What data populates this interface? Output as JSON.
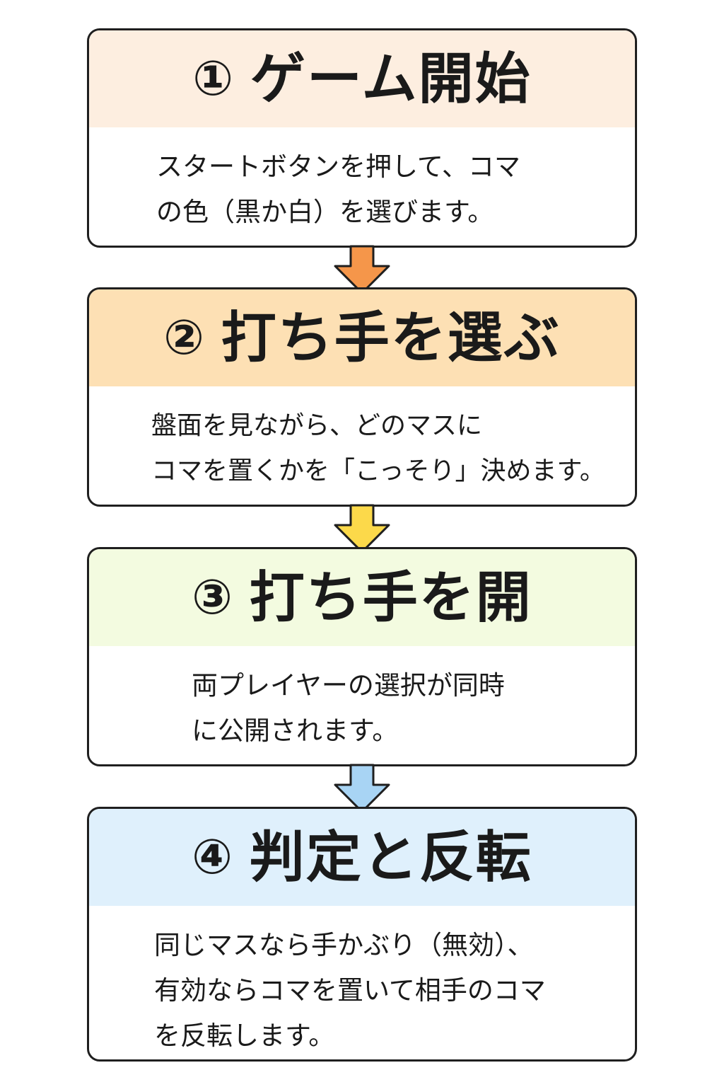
{
  "steps": [
    {
      "number": "①",
      "title": "ゲーム開始",
      "body": "スタートボタンを押して、コマ\nの色（黒か白）を選びます。",
      "header_color": "#fdeee0"
    },
    {
      "number": "②",
      "title": "打ち手を選ぶ",
      "body": "盤面を見ながら、どのマスに\nコマを置くかを「こっそり」決めます。",
      "header_color": "#fde0b4"
    },
    {
      "number": "③",
      "title": "打ち手を開",
      "body": "両プレイヤーの選択が同時\nに公開されます。",
      "header_color": "#f3fbe0"
    },
    {
      "number": "④",
      "title": "判定と反転",
      "body": "同じマスなら手かぶり（無効）、\n有効ならコマを置いて相手のコマ\nを反転します。",
      "header_color": "#dff0fc"
    }
  ],
  "arrows": [
    {
      "color": "#f5964a",
      "icon": "down-arrow-icon"
    },
    {
      "color": "#fcd94a",
      "icon": "down-arrow-icon"
    },
    {
      "color": "#a8d4f4",
      "icon": "down-arrow-icon"
    }
  ]
}
